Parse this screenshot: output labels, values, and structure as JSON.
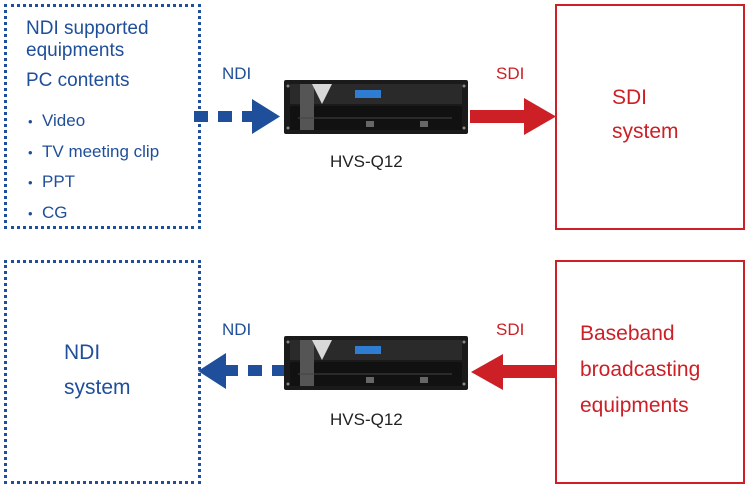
{
  "top": {
    "source_box": {
      "title": "NDI supported\nequipments",
      "subtitle": "PC contents",
      "items": [
        "Video",
        "TV meeting clip",
        "PPT",
        "CG"
      ]
    },
    "left_arrow_label": "NDI",
    "device_label": "HVS-Q12",
    "right_arrow_label": "SDI",
    "dest_box": {
      "line1": "SDI",
      "line2": "system"
    }
  },
  "bottom": {
    "dest_box": {
      "line1": "NDI",
      "line2": "system"
    },
    "left_arrow_label": "NDI",
    "device_label": "HVS-Q12",
    "right_arrow_label": "SDI",
    "source_box": {
      "line1": "Baseband",
      "line2": "broadcasting",
      "line3": "equipments"
    }
  },
  "colors": {
    "ndi_blue": "#1f4e9a",
    "sdi_red": "#cc1f26",
    "device_dark": "#1a1a1a",
    "device_accent": "#2f7dd3"
  }
}
